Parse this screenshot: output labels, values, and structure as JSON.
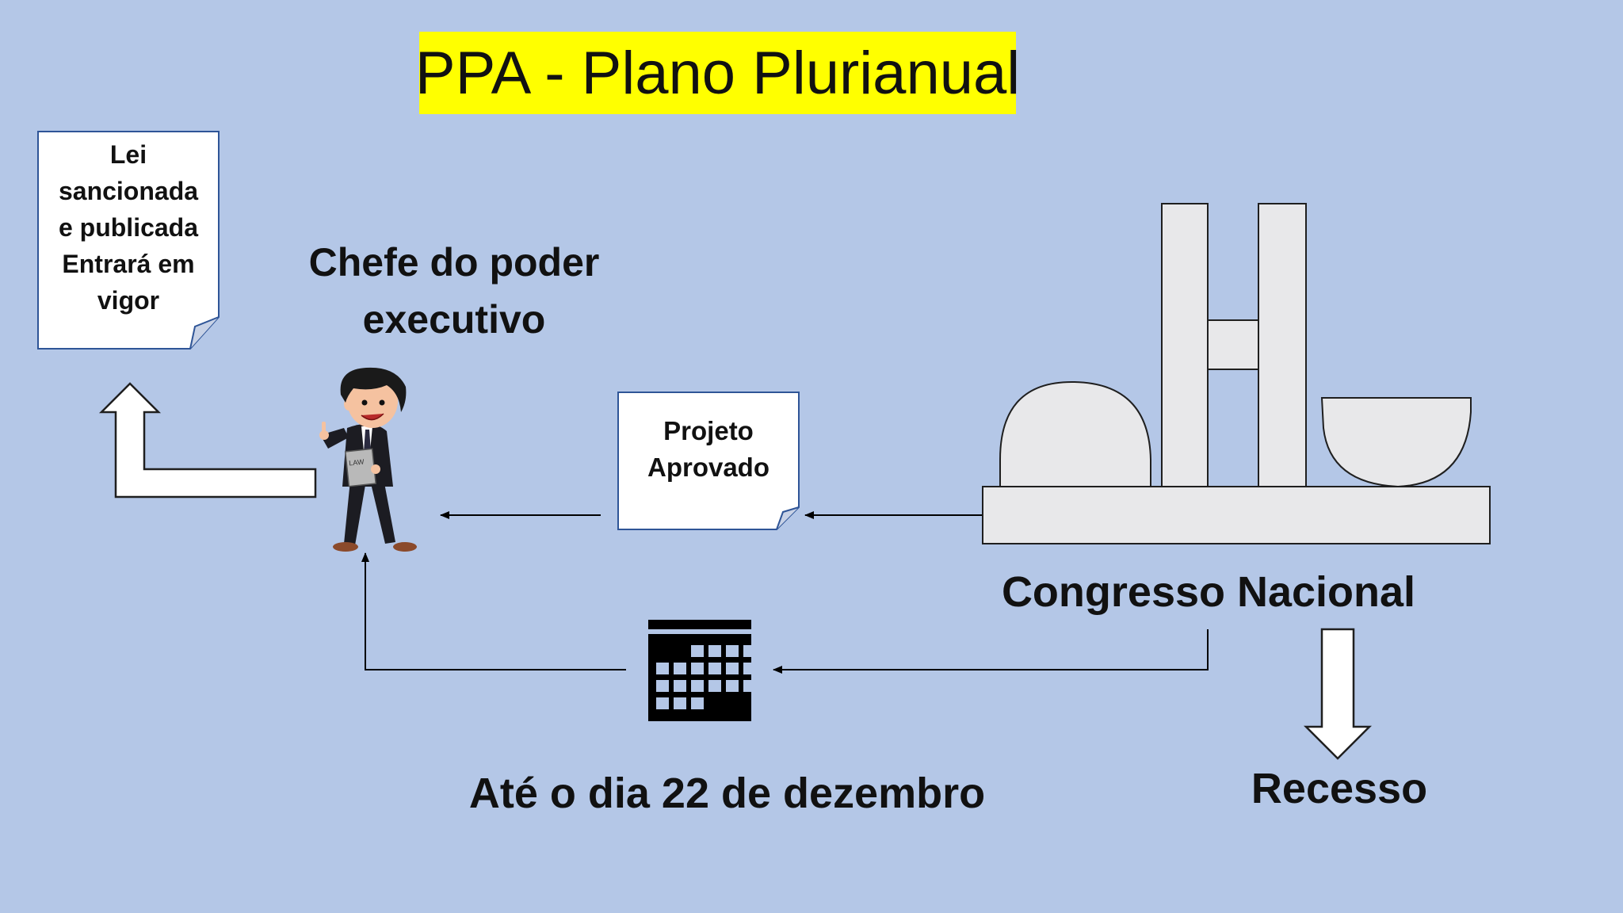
{
  "title": "PPA - Plano Plurianual",
  "lei_doc": {
    "lines": [
      "Lei",
      "sancionada",
      "e publicada",
      "Entrará em",
      "vigor"
    ]
  },
  "executive": {
    "label_line1": "Chefe do poder",
    "label_line2": "executivo",
    "book_text": "LAW"
  },
  "projeto_doc": {
    "line1": "Projeto",
    "line2": "Aprovado"
  },
  "congress": {
    "label": "Congresso Nacional"
  },
  "deadline": {
    "label": "Até o dia 22 de dezembro"
  },
  "recess": {
    "label": "Recesso"
  },
  "colors": {
    "background": "#b4c7e7",
    "title_highlight": "#ffff00",
    "building_fill": "#e8e8ea",
    "calendar": "#000000"
  }
}
